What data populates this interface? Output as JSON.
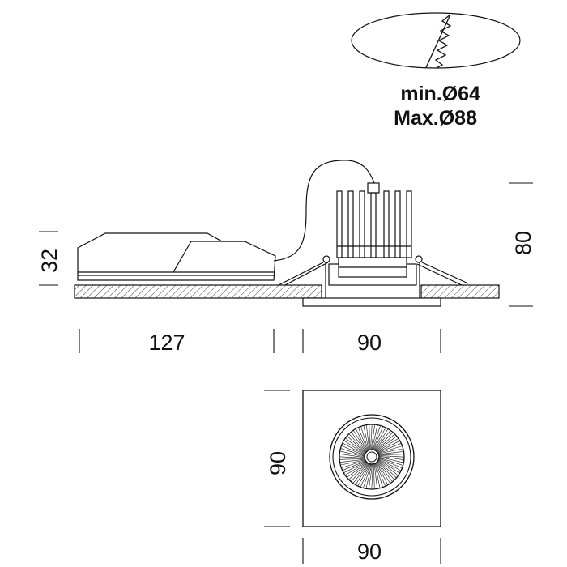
{
  "cutout": {
    "min_label": "min.Ø64",
    "max_label": "Max.Ø88"
  },
  "dimensions": {
    "driver_height": "32",
    "driver_length": "127",
    "fixture_height": "80",
    "fixture_width_side": "90",
    "front_height": "90",
    "front_width": "90"
  },
  "colors": {
    "line": "#111111",
    "background": "#ffffff"
  }
}
